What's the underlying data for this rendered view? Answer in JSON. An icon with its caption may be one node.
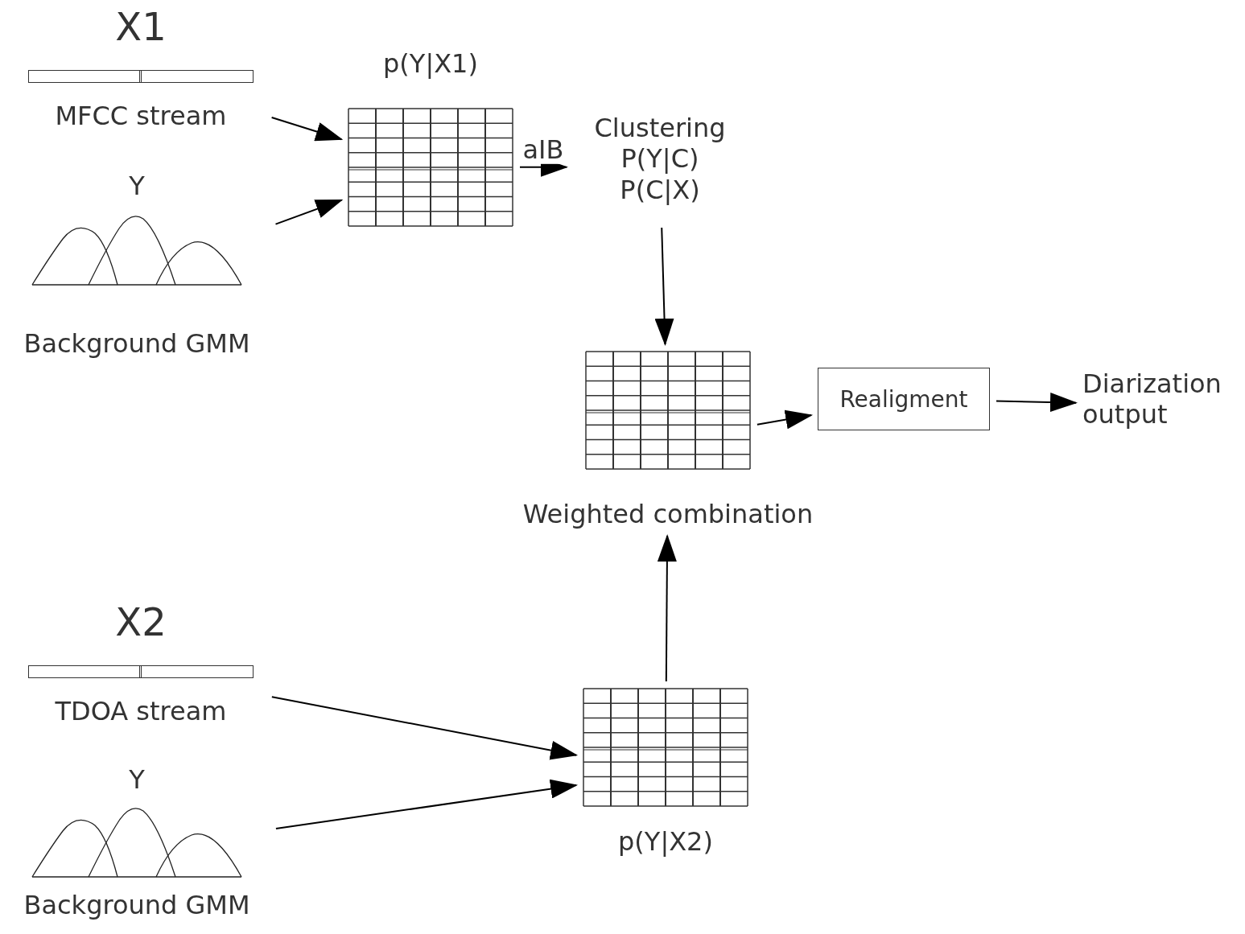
{
  "diagram": {
    "nodes": [
      {
        "text": [
          "X1",
          "MFCC stream"
        ]
      },
      {
        "text": [
          "Y",
          "Background GMM"
        ]
      },
      {
        "text": [
          "p(Y|X1)"
        ]
      },
      {
        "text": [
          "Clustering",
          "P(Y|C)",
          "P(C|X)"
        ]
      },
      {
        "text": [
          "Weighted combination"
        ]
      },
      {
        "text": [
          "Realigment"
        ]
      },
      {
        "text": [
          "Diarization output"
        ]
      },
      {
        "text": [
          "X2",
          "TDOA stream"
        ]
      },
      {
        "text": [
          "Y",
          "Background GMM"
        ]
      },
      {
        "text": [
          "p(Y|X2)"
        ]
      }
    ],
    "edges": [
      {
        "from": 0,
        "to": 2,
        "arrow": "to"
      },
      {
        "from": 1,
        "to": 2,
        "arrow": "to"
      },
      {
        "from": 2,
        "to": 3,
        "arrow": "to",
        "label": "aIB"
      },
      {
        "from": 3,
        "to": 4,
        "arrow": "to"
      },
      {
        "from": 4,
        "to": 5,
        "arrow": "to"
      },
      {
        "from": 5,
        "to": 6,
        "arrow": "to"
      },
      {
        "from": 7,
        "to": 9,
        "arrow": "to"
      },
      {
        "from": 8,
        "to": 9,
        "arrow": "to"
      },
      {
        "from": 9,
        "to": 4,
        "arrow": "to"
      }
    ]
  }
}
